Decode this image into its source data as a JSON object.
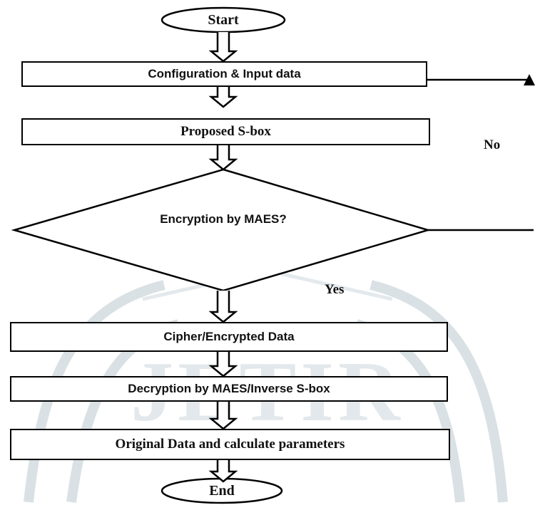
{
  "flowchart": {
    "start": "Start",
    "config": "Configuration & Input data",
    "sbox": "Proposed S-box",
    "decision": "Encryption by MAES?",
    "no_label": "No",
    "yes_label": "Yes",
    "cipher": "Cipher/Encrypted Data",
    "decrypt": "Decryption by MAES/Inverse S-box",
    "original": "Original Data and calculate parameters",
    "end": "End"
  },
  "watermark": {
    "text": "JETIR",
    "color": "#d2dbe0"
  },
  "colors": {
    "line": "#000000",
    "fill": "#ffffff"
  }
}
